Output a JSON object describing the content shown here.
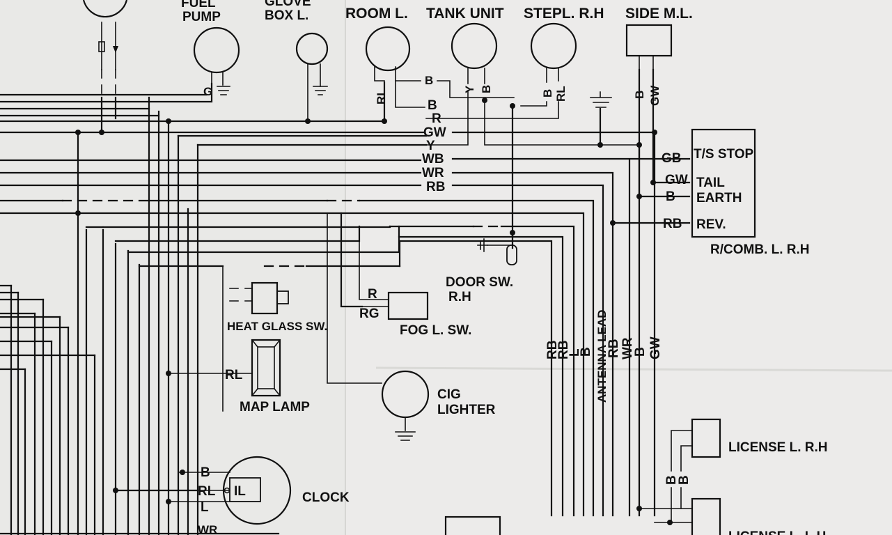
{
  "components": {
    "fuel_pump": [
      "FUEL",
      "PUMP"
    ],
    "glove_box": [
      "GLOVE",
      "BOX L."
    ],
    "room_lamp": "ROOM L.",
    "tank_unit": "TANK UNIT",
    "step_lamp": "STEPL. R.H",
    "side_marker": "SIDE M.L.",
    "rcomb": "R/COMB. L. R.H",
    "rcomb_terms": [
      "T/S STOP",
      "TAIL",
      "EARTH",
      "REV."
    ],
    "door_sw": [
      "DOOR SW.",
      "R.H"
    ],
    "fog_sw": "FOG L. SW.",
    "heat_glass": "HEAT GLASS SW.",
    "map_lamp": "MAP LAMP",
    "cig": [
      "CIG",
      "LIGHTER"
    ],
    "clock": "CLOCK",
    "clock_il": "IL",
    "antenna": "ANTENNA LEAD",
    "license_rh": "LICENSE L. R.H",
    "license_lh": "LICENSE L. L.H"
  },
  "wires": {
    "fuel_pump_g": "G",
    "room_rl": "RL",
    "room_b": "B",
    "tank_y": "Y",
    "tank_b": "B",
    "step_b": "B",
    "step_rl": "RL",
    "side_b": "B",
    "side_gw": "GW",
    "bundle": [
      "B",
      "R",
      "GW",
      "Y",
      "WB",
      "WR",
      "RB"
    ],
    "rcomb_gb": "GB",
    "rcomb_gw": "GW",
    "rcomb_b": "B",
    "rcomb_rb": "RB",
    "fog_r": "R",
    "fog_rg": "RG",
    "map_rl": "RL",
    "clock_b": "B",
    "clock_rl": "RL",
    "clock_l": "L",
    "clock_wr": "WR",
    "vert": [
      "RB",
      "RB",
      "L",
      "B",
      "RB",
      "WR",
      "B",
      "GW"
    ],
    "license_b1": "B",
    "license_b2": "B"
  }
}
